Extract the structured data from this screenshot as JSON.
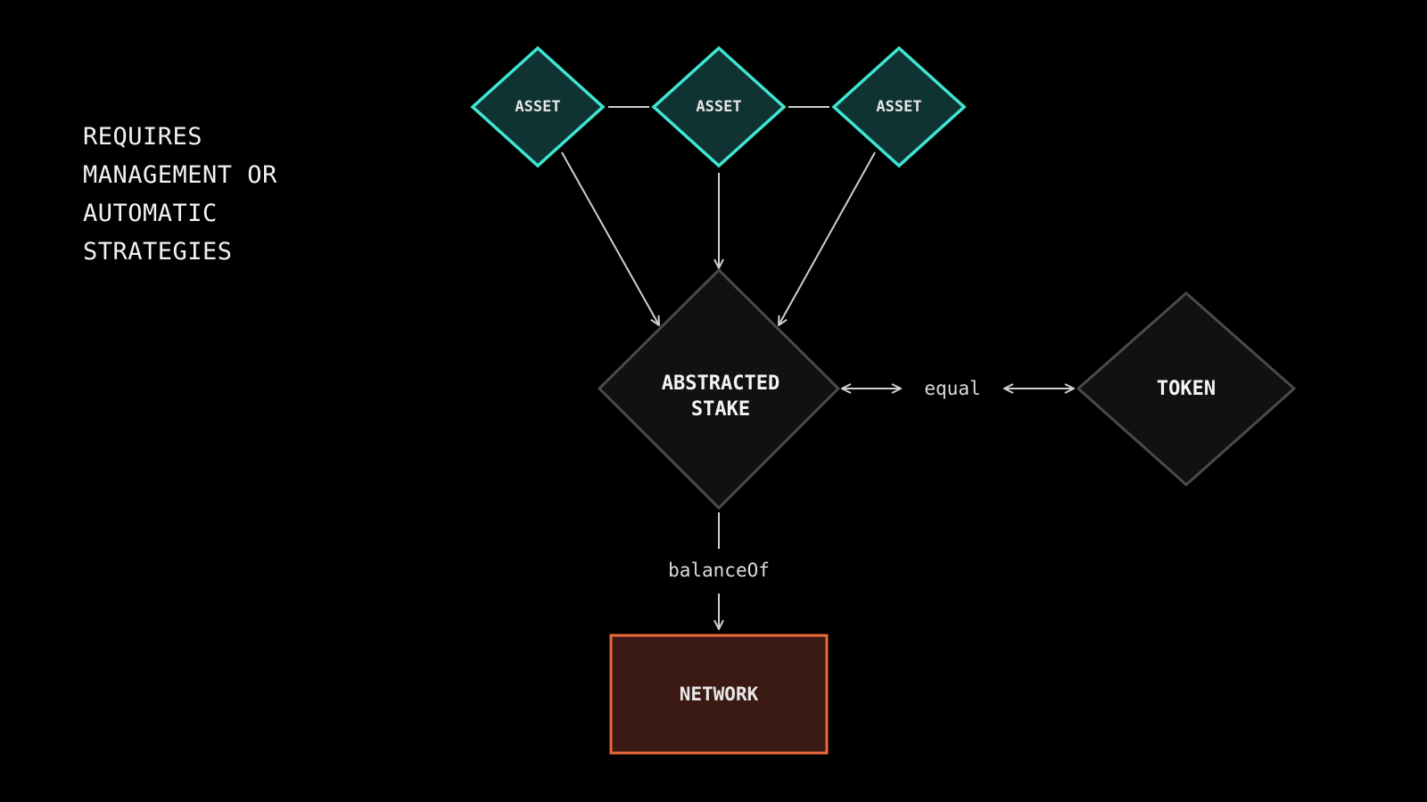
{
  "caption": {
    "lines": [
      "REQUIRES",
      "MANAGEMENT OR",
      "AUTOMATIC",
      "STRATEGIES"
    ]
  },
  "nodes": {
    "assets": [
      {
        "label": "ASSET"
      },
      {
        "label": "ASSET"
      },
      {
        "label": "ASSET"
      }
    ],
    "stake": {
      "line1": "ABSTRACTED",
      "line2": "STAKE"
    },
    "token": {
      "label": "TOKEN"
    },
    "network": {
      "label": "NETWORK"
    }
  },
  "edges": {
    "equal_label": "equal",
    "balance_label": "balanceOf"
  },
  "colors": {
    "background": "#000000",
    "asset_stroke": "#3ee6d2",
    "asset_fill": "#0f3333",
    "stake_stroke": "#4a4a4a",
    "stake_fill": "#111111",
    "network_stroke": "#ee6a3a",
    "network_fill": "#3a1a12",
    "edge": "#cfcfcf",
    "text": "#f2f2f2"
  }
}
